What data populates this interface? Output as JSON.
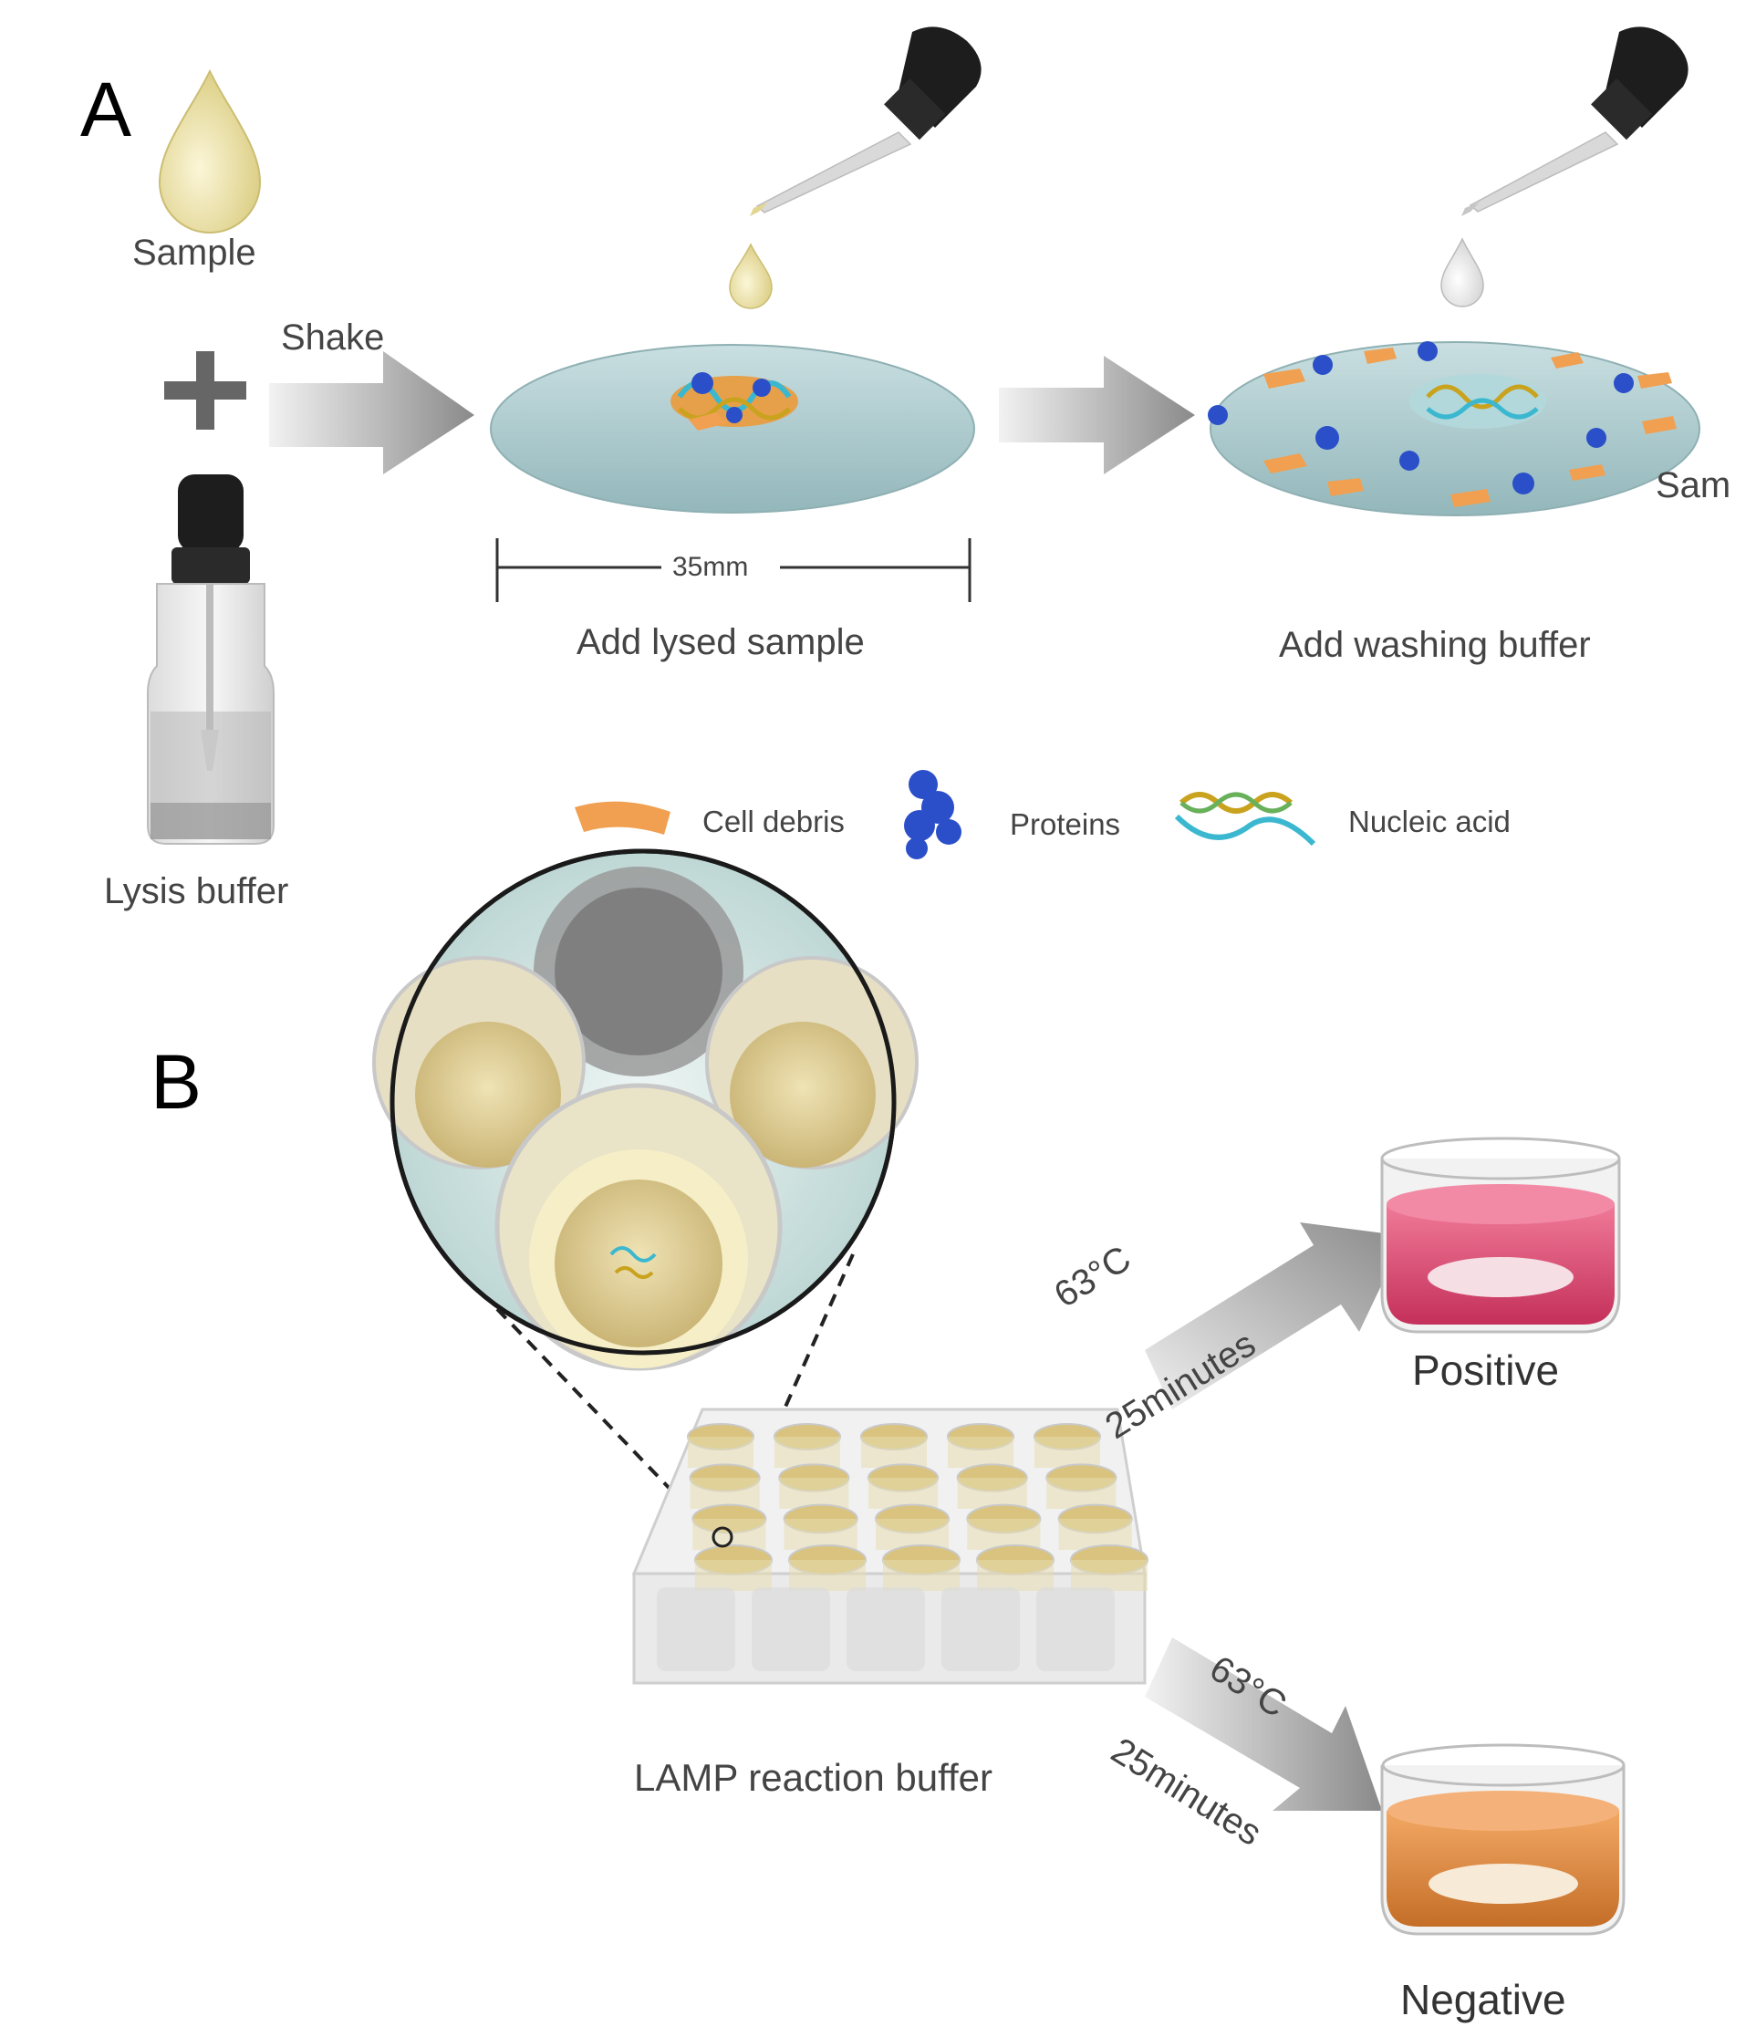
{
  "panel_a": {
    "letter": "A",
    "sample_label": "Sample",
    "shake_label": "Shake",
    "lysis_label": "Lysis buffer",
    "scale_label": "35mm",
    "step1_label": "Add lysed sample",
    "step2_label": "Add washing buffer",
    "cut_label": "Sam",
    "legend": {
      "cell_debris": "Cell debris",
      "proteins": "Proteins",
      "nucleic_acid": "Nucleic acid"
    }
  },
  "panel_b": {
    "letter": "B",
    "plate_label": "LAMP reaction buffer",
    "upper_temp": "63°C",
    "upper_time": "25minutes",
    "lower_temp": "63°C",
    "lower_time": "25minutes",
    "positive_label": "Positive",
    "negative_label": "Negative"
  },
  "colors": {
    "sample_drop": "#e6dc9a",
    "membrane": "#a9c9cc",
    "cell_debris": "#f0a050",
    "proteins": "#2a4fc8",
    "nucleic_acid": "#3bb8d0",
    "positive_liquid": "#d8406a",
    "negative_liquid": "#e08a3c"
  }
}
